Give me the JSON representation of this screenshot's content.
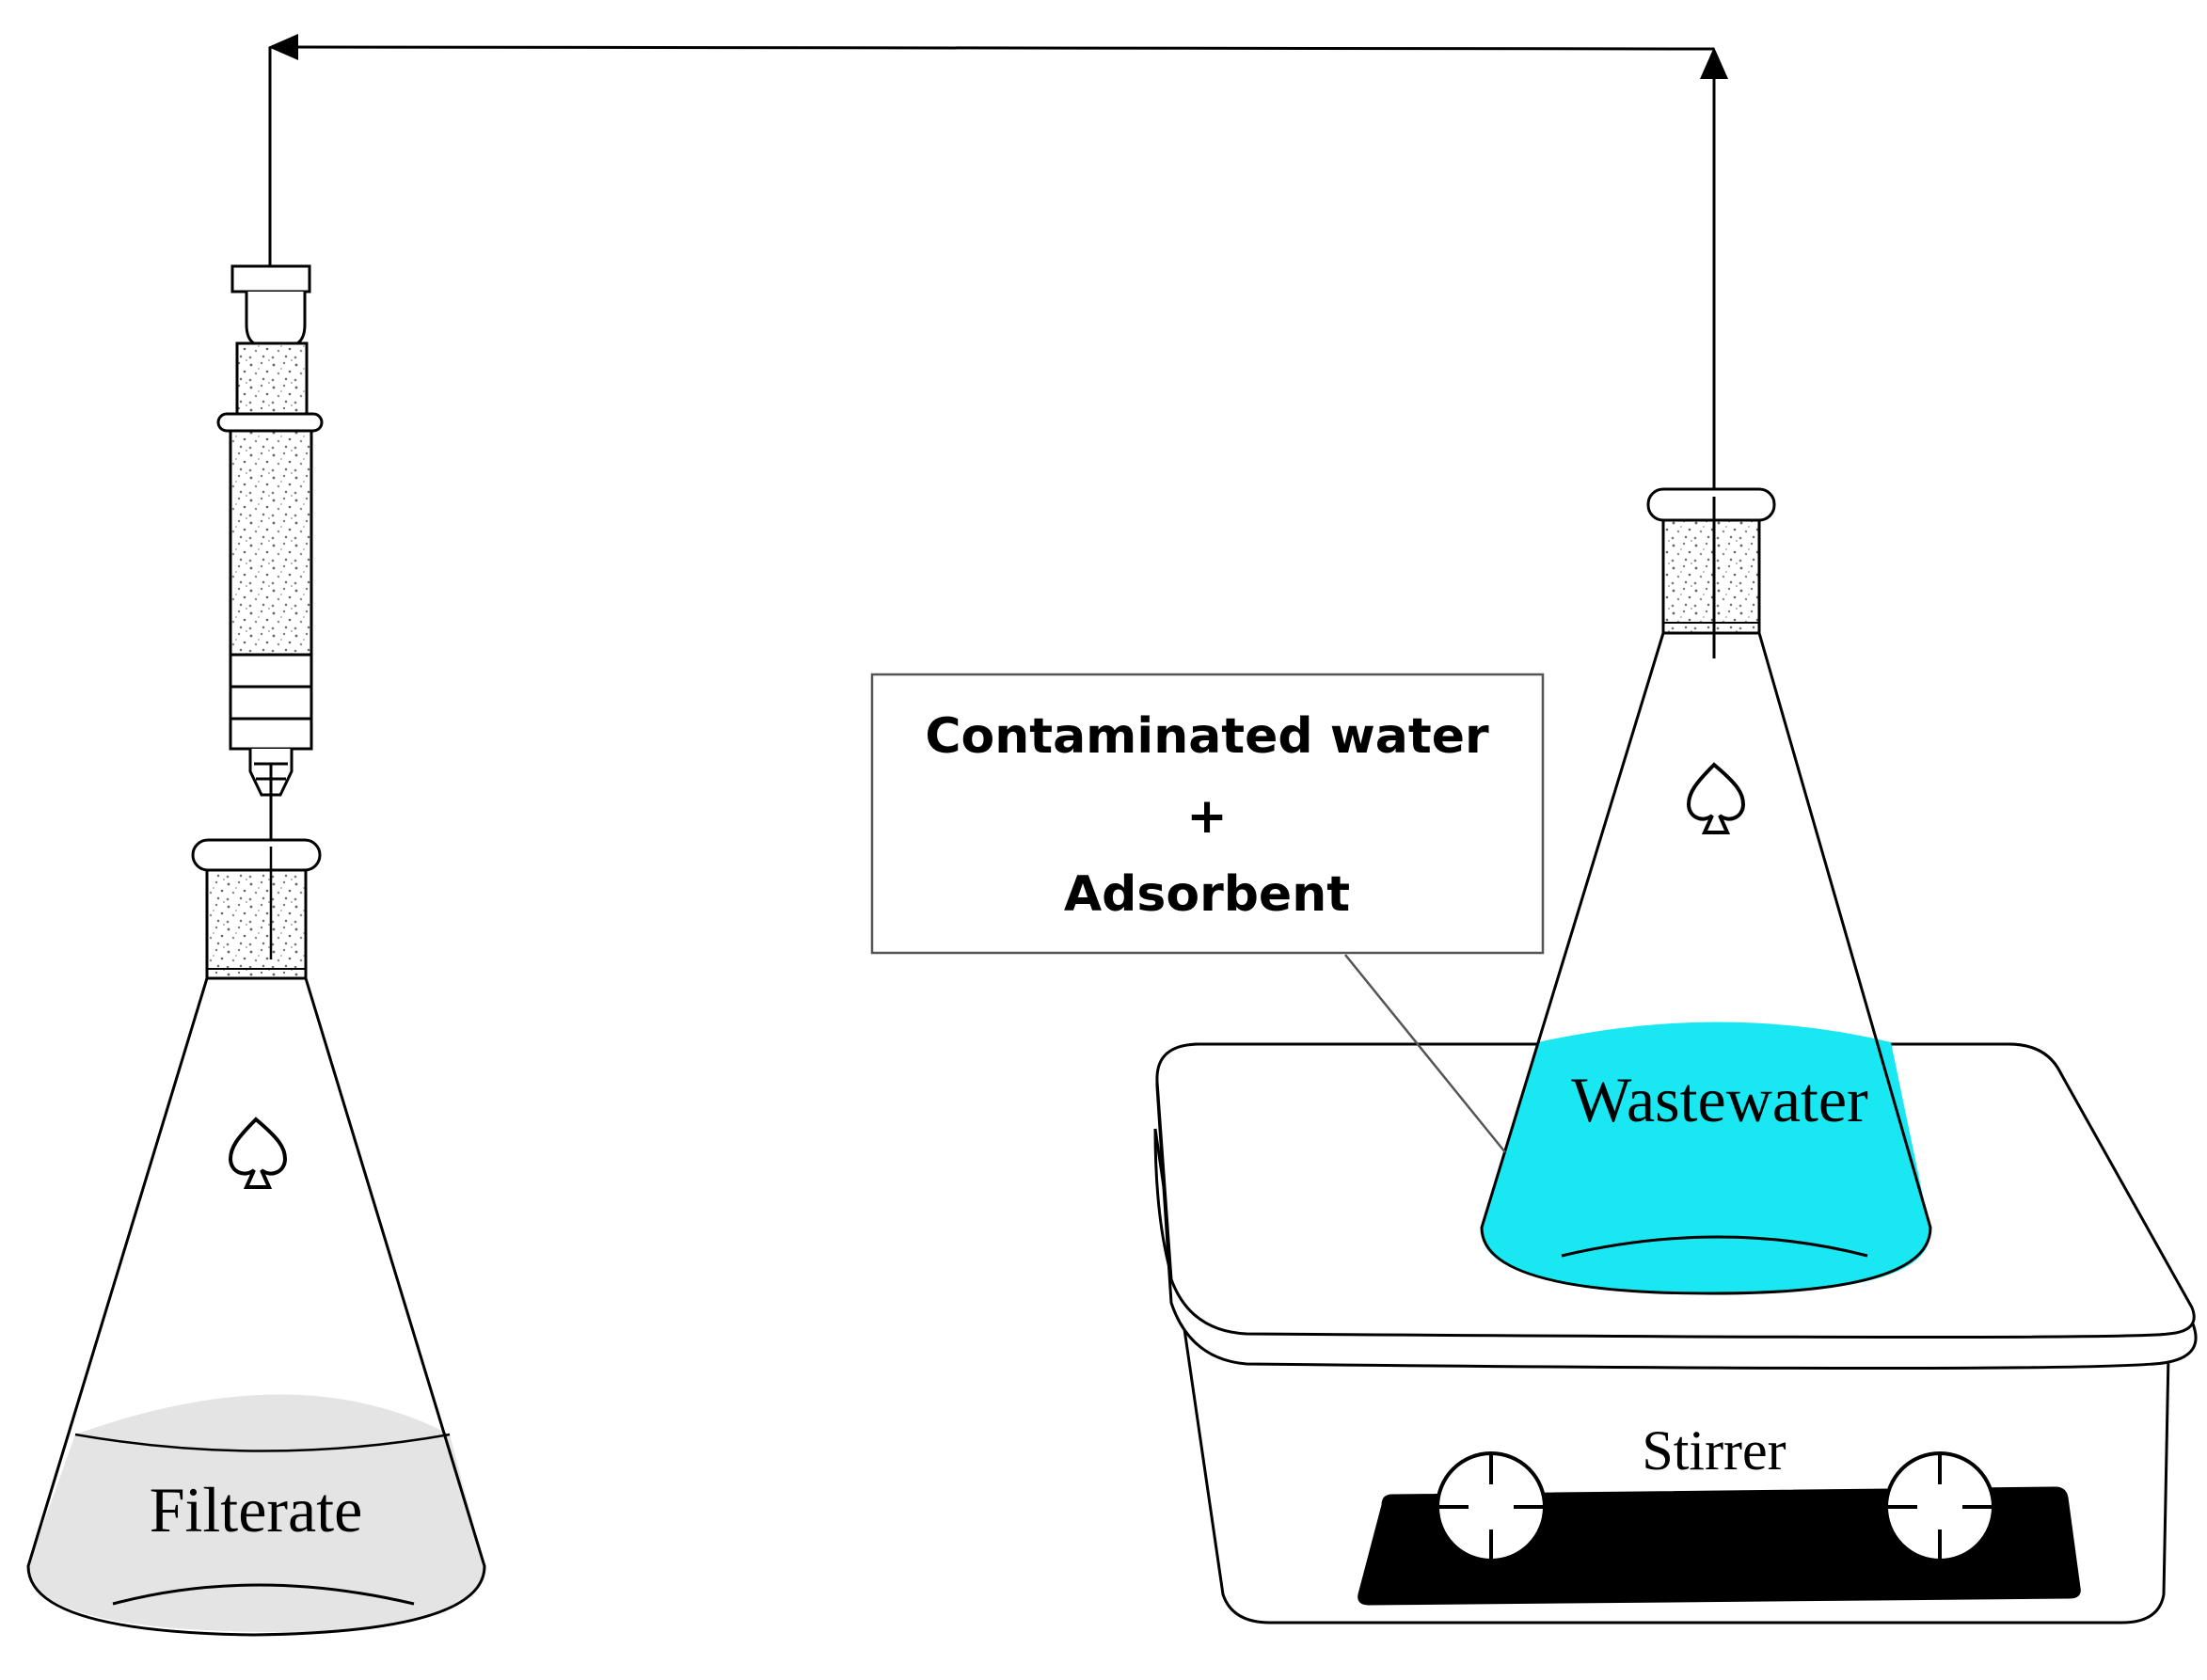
{
  "labels": {
    "callout_line1": "Contaminated water",
    "callout_line2": "+",
    "callout_line3": "Adsorbent",
    "wastewater": "Wastewater",
    "filterate": "Filterate",
    "stirrer": "Stirrer"
  },
  "icons": {
    "flask_mark": "spade-outline-icon"
  },
  "colors": {
    "stroke": "#000000",
    "wastewater_fill": "#19e8f2",
    "filterate_fill": "#e4e4e4",
    "stirrer_panel": "#000000",
    "background": "#ffffff"
  }
}
